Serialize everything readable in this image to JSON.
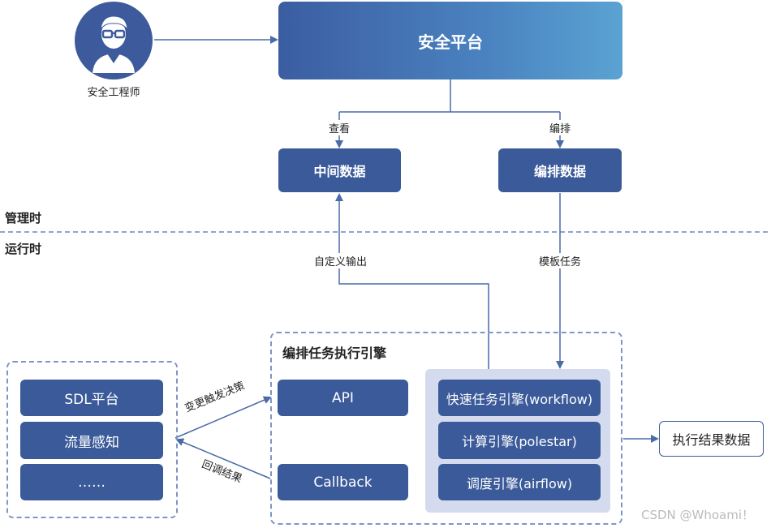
{
  "user": {
    "label": "安全工程师",
    "icon": "engineer-avatar-icon"
  },
  "platform": {
    "label": "安全平台"
  },
  "edges": {
    "view": "查看",
    "orchestrate": "编排",
    "custom_output": "自定义输出",
    "template_task": "模板任务",
    "change_trigger": "变更触发决策",
    "callback_result": "回调结果"
  },
  "mid": {
    "intermediate_data": "中间数据",
    "orchestration_data": "编排数据"
  },
  "zones": {
    "management": "管理时",
    "runtime": "运行时"
  },
  "left_group": {
    "items": [
      "SDL平台",
      "流量感知",
      "……"
    ]
  },
  "engine": {
    "title": "编排任务执行引擎",
    "api": "API",
    "callback": "Callback",
    "sub_engines": [
      "快速任务引擎(workflow)",
      "计算引擎(polestar)",
      "调度引擎(airflow)"
    ]
  },
  "result": {
    "label": "执行结果数据"
  },
  "watermark": "CSDN @Whoami！",
  "colors": {
    "box": "#3b5a9a",
    "line": "#4a6aa8",
    "dashed": "#7f95c4",
    "inner_panel": "#d4dbee"
  }
}
